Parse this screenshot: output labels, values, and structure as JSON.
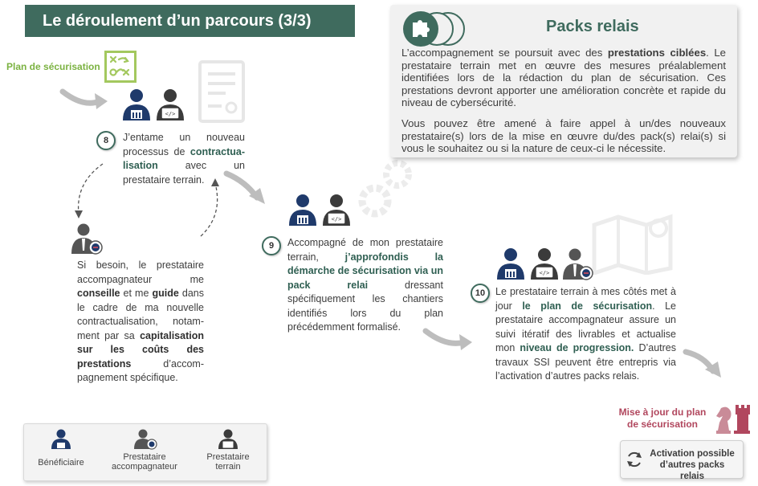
{
  "header": {
    "title": "Le déroulement d’un parcours (3/3)"
  },
  "plan": {
    "label": "Plan de sécurisation"
  },
  "packs": {
    "title": "Packs relais",
    "p1_a": "L’accompagnement se poursuit avec des ",
    "p1_b": "prestations ciblées",
    "p1_c": ". Le prestataire terrain met en œuvre des mesures préalablement identifiées lors de la rédaction du plan de sécurisation. Ces prestations devront apporter une amélioration concrète et rapide du niveau de cybersécurité.",
    "p2": "Vous pouvez être amené à faire appel à un/des nouveaux prestataire(s) lors de la mise en œuvre du/des pack(s) relai(s) si vous le souhaitez ou si la nature de ceux-ci le nécessite."
  },
  "steps": {
    "s8": {
      "num": "8",
      "a": "J’entame un nouveau processus de ",
      "b": "contractua-lisation",
      "c": " avec un prestataire terrain."
    },
    "side": {
      "a": "Si besoin, le prestataire accompagnateur me ",
      "b": "conseille",
      "c": " et me ",
      "d": "guide",
      "e": " dans le cadre de ma nouvelle contractualisation, notam-ment par sa ",
      "f": "capitalisation sur les coûts des prestations",
      "g": " d’accom-pagnement spécifique."
    },
    "s9": {
      "num": "9",
      "a": "Accompagné de mon prestataire terrain, ",
      "b": "j’approfondis la démarche de sécurisation via un pack relai",
      "c": " dressant spécifiquement les chantiers identifiés lors du plan précédemment formalisé."
    },
    "s10": {
      "num": "10",
      "a": "Le prestataire terrain à mes côtés met à jour ",
      "b": "le plan de sécurisation",
      "c": ". Le prestataire accompagnateur assure un suivi itératif des livrables et actualise mon ",
      "d": "niveau de progression.",
      "e": " D’autres travaux SSI peuvent être entrepris via l’activation d’autres packs relais."
    }
  },
  "legend": {
    "beneficiaire": "Bénéficiaire",
    "accompagnateur": "Prestataire accompagnateur",
    "terrain": "Prestataire terrain"
  },
  "outcome": {
    "maj": "Mise à jour du plan de sécurisation",
    "activation": "Activation possible d’autres packs relais"
  },
  "colors": {
    "brand_green": "#3f6b5e",
    "navy": "#1f3a6b",
    "dark_grey": "#3b3b3b",
    "rose": "#b1475e",
    "lime": "#7bb241"
  }
}
